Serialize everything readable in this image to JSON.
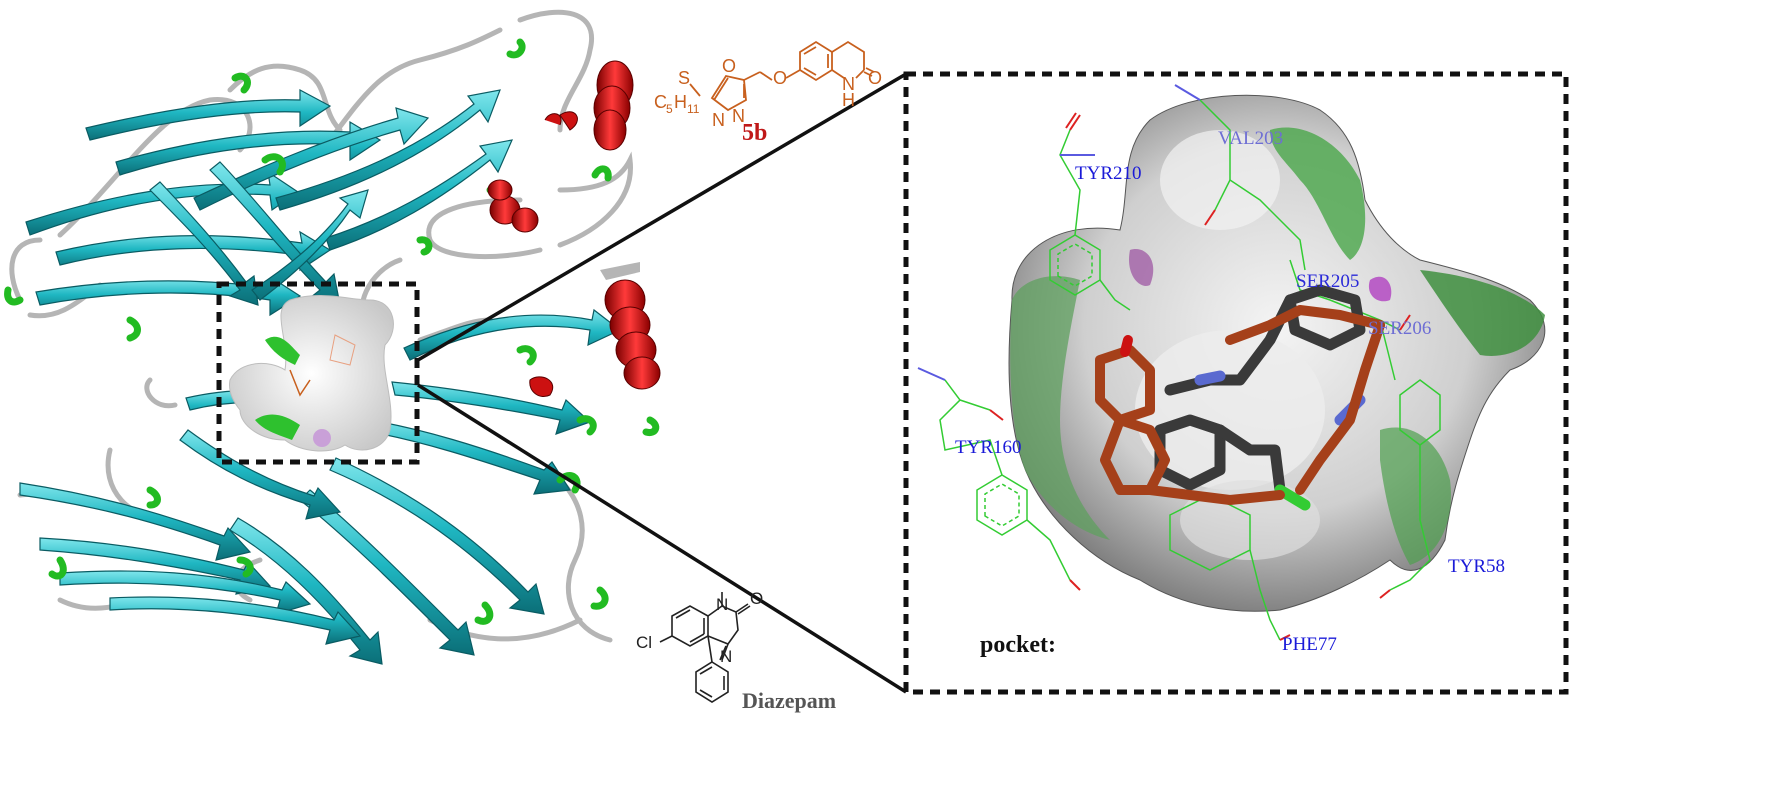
{
  "compound_5b": {
    "name": "5b",
    "substituent": "C",
    "substituent_sub": "5",
    "substituent_tail": "H",
    "substituent_sub2": "11",
    "atom_S": "S",
    "atom_O_ring": "O",
    "atom_N1": "N",
    "atom_N2": "N",
    "atom_O_ether": "O",
    "atom_O_carbonyl": "O",
    "atom_NH_N": "N",
    "atom_NH_H": "H"
  },
  "diazepam": {
    "name": "Diazepam",
    "atom_N_methyl": "N",
    "atom_O": "O",
    "atom_N_imine": "N",
    "atom_Cl": "Cl"
  },
  "pocket": {
    "title": "pocket:",
    "residues": [
      "VAL203",
      "TYR210",
      "SER205",
      "SER206",
      "TYR160",
      "TYR58",
      "PHE77"
    ]
  },
  "colors": {
    "helix": "#cc1111",
    "strand": "#1fb7c2",
    "coil": "#b8b8b8",
    "turn": "#22bb22",
    "ligand_5b": "#c8601e",
    "residue_label": "#1a1ad8"
  }
}
